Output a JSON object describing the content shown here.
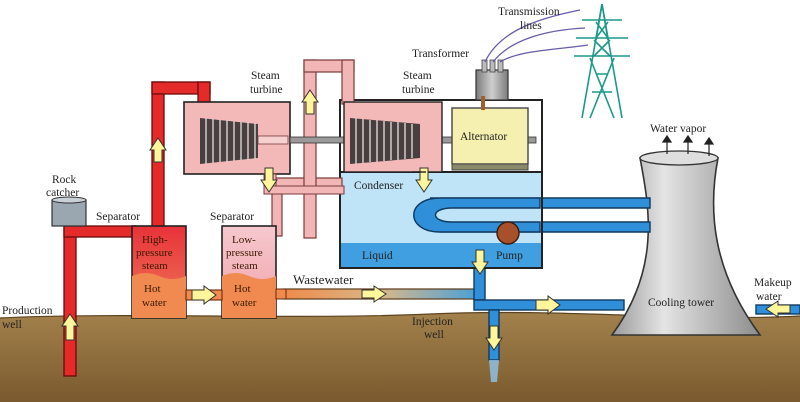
{
  "labels": {
    "transmission_line1": "Transmission",
    "transmission_line2": "lines",
    "transformer": "Transformer",
    "steam_turbine_1a": "Steam",
    "steam_turbine_1b": "turbine",
    "steam_turbine_2a": "Steam",
    "steam_turbine_2b": "turbine",
    "alternator": "Alternator",
    "water_vapor": "Water vapor",
    "rock_catcher_1": "Rock",
    "rock_catcher_2": "catcher",
    "separator_1": "Separator",
    "separator_2": "Separator",
    "high_pressure_1": "High-",
    "high_pressure_2": "pressure",
    "high_pressure_3": "steam",
    "hot_water_1a": "Hot",
    "hot_water_1b": "water",
    "low_pressure_1": "Low-",
    "low_pressure_2": "pressure",
    "low_pressure_3": "steam",
    "hot_water_2a": "Hot",
    "hot_water_2b": "water",
    "condenser": "Condenser",
    "liquid": "Liquid",
    "pump": "Pump",
    "wastewater": "Wastewater",
    "production_well_1": "Production",
    "production_well_2": "well",
    "injection_well_1": "Injection",
    "injection_well_2": "well",
    "cooling_tower": "Cooling tower",
    "makeup_water_1": "Makeup",
    "makeup_water_2": "water"
  },
  "colors": {
    "hot_pipe": "#e52a2a",
    "warm_pipe": "#f2b6b6",
    "cold_pipe": "#2f8fd8",
    "condenser_fill": "#bfe3f7",
    "alternator_fill": "#f5f0b0",
    "ground": "#8a6a3c",
    "tower": "#c9c9c9",
    "arrow": "#fff59a"
  }
}
